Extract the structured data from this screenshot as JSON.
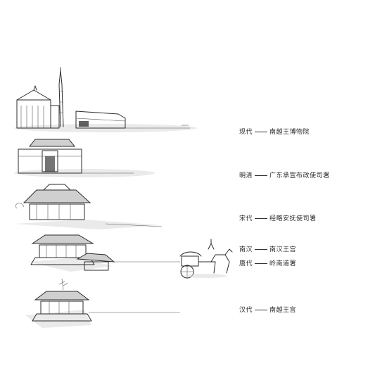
{
  "eras": [
    {
      "period": "现代",
      "site": "南越王博物院"
    },
    {
      "period": "明清",
      "site": "广东承宣布政使司署"
    },
    {
      "period": "宋代",
      "site": "经略安抚使司署"
    },
    {
      "period": "南汉",
      "site": "南汉王宫"
    },
    {
      "period": "唐代",
      "site": "岭南道署"
    },
    {
      "period": "汉代",
      "site": "南越王宫"
    }
  ],
  "colors": {
    "ink": "#2b2b2b",
    "wash": "#d9d9d9",
    "paper": "#ffffff"
  }
}
